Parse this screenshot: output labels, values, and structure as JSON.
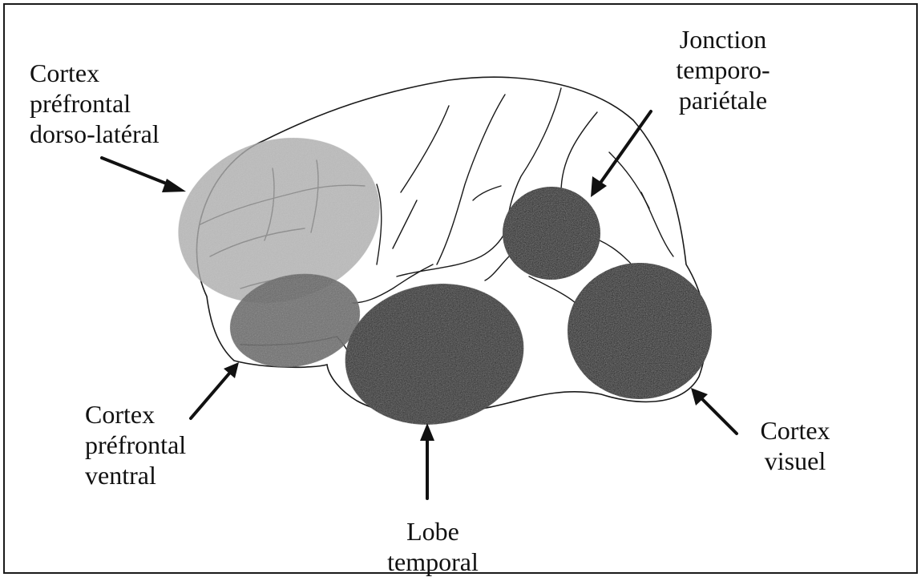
{
  "labels": {
    "dlpfc": [
      "Cortex",
      "préfrontal",
      "dorso-latéral"
    ],
    "tpj": [
      "Jonction",
      "temporo-",
      "pariétale"
    ],
    "vlpfc": [
      "Cortex",
      "préfrontal",
      "ventral"
    ],
    "temporal": [
      "Lobe",
      "temporal"
    ],
    "visual": [
      "Cortex",
      "visuel"
    ]
  },
  "colors": {
    "dlpfc_fill": "#a9a9a9",
    "vlpfc_fill": "#5a5a5a",
    "dark_region_fill": "#141414",
    "outline": "#1a1a1a"
  }
}
